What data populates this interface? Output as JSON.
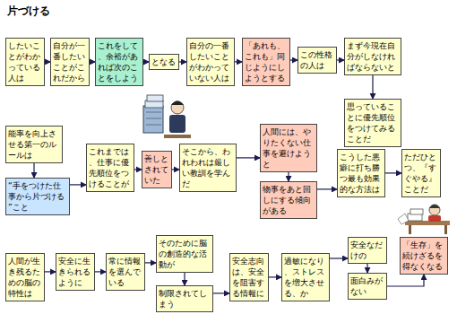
{
  "diagram": {
    "title": "片づける",
    "nodes": [
      {
        "text": [
          "したいことがわかっている人は"
        ]
      },
      {
        "text": [
          "自分が一番したいことがこれだから"
        ]
      },
      {
        "text": [
          "これをして、余裕があれば次のことをしよう"
        ]
      },
      {
        "text": [
          "となる"
        ]
      },
      {
        "text": [
          "自分の一番したいことがわかっていない人は"
        ]
      },
      {
        "text": [
          "「あれも、これも」同じようにしようとする"
        ]
      },
      {
        "text": [
          "この性格の人は"
        ]
      },
      {
        "text": [
          "まず今現在自分がしなければならないと"
        ]
      },
      {
        "text": [
          "思っていることに優先順位をつけてみることだ"
        ]
      },
      {
        "text": [
          "能率を向上させる第一のルールは"
        ]
      },
      {
        "text": [
          "“手をつけた仕事から片づける”こと"
        ]
      },
      {
        "text": [
          "これまでは、仕事に優先順位をつけることが"
        ]
      },
      {
        "text": [
          "善しとされていた"
        ]
      },
      {
        "text": [
          "そこから、われわれは厳しい教訓を学んだ"
        ]
      },
      {
        "text": [
          "人間には、やりたくない仕事を避けようと"
        ]
      },
      {
        "text": [
          "物事をあと回しにする傾向がある"
        ]
      },
      {
        "text": [
          "こうした悪癖に打ち勝つ最も効果的な方法は"
        ]
      },
      {
        "text": [
          "ただひとつ、『すぐやる』ことだ"
        ]
      },
      {
        "text": [
          "人間が生き残るための脳の特性は"
        ]
      },
      {
        "text": [
          "安全に生きられるように"
        ]
      },
      {
        "text": [
          "常に情報を選んでいる"
        ]
      },
      {
        "text": [
          "そのために脳の創造的な活動が"
        ]
      },
      {
        "text": [
          "制限されてしまう"
        ]
      },
      {
        "text": [
          "安全志向は、安全を阻害する情報に"
        ]
      },
      {
        "text": [
          "過敏になり、ストレスを増大させる、か"
        ]
      },
      {
        "text": [
          "安全なだけの"
        ]
      },
      {
        "text": [
          "面白みがない"
        ]
      },
      {
        "text": [
          "「生存」を続けざるを得なくなる"
        ]
      }
    ],
    "edges": [
      {
        "from": 0,
        "to": 1,
        "arrow": "to"
      },
      {
        "from": 1,
        "to": 2,
        "arrow": "to"
      },
      {
        "from": 2,
        "to": 3,
        "arrow": "to"
      },
      {
        "from": 3,
        "to": 4,
        "arrow": "to"
      },
      {
        "from": 4,
        "to": 5,
        "arrow": "to"
      },
      {
        "from": 5,
        "to": 6,
        "arrow": "to"
      },
      {
        "from": 6,
        "to": 7,
        "arrow": "to"
      },
      {
        "from": 7,
        "to": 8,
        "arrow": "to"
      },
      {
        "from": 9,
        "to": 10,
        "arrow": "to"
      },
      {
        "from": 10,
        "to": 11,
        "arrow": "to"
      },
      {
        "from": 11,
        "to": 12,
        "arrow": "to"
      },
      {
        "from": 12,
        "to": 13,
        "arrow": "to"
      },
      {
        "from": 13,
        "to": 14,
        "arrow": "to"
      },
      {
        "from": 14,
        "to": 15,
        "arrow": "to"
      },
      {
        "from": 15,
        "to": 16,
        "arrow": "to"
      },
      {
        "from": 16,
        "to": 17,
        "arrow": "to"
      },
      {
        "from": 18,
        "to": 19,
        "arrow": "to"
      },
      {
        "from": 19,
        "to": 20,
        "arrow": "to"
      },
      {
        "from": 20,
        "to": 21,
        "arrow": "to"
      },
      {
        "from": 21,
        "to": 22,
        "arrow": "to"
      },
      {
        "from": 22,
        "to": 23,
        "arrow": "to"
      },
      {
        "from": 23,
        "to": 24,
        "arrow": "to"
      },
      {
        "from": 24,
        "to": 25,
        "arrow": "to"
      },
      {
        "from": 25,
        "to": 26,
        "arrow": "to"
      },
      {
        "from": 26,
        "to": 27,
        "arrow": "to"
      }
    ]
  }
}
